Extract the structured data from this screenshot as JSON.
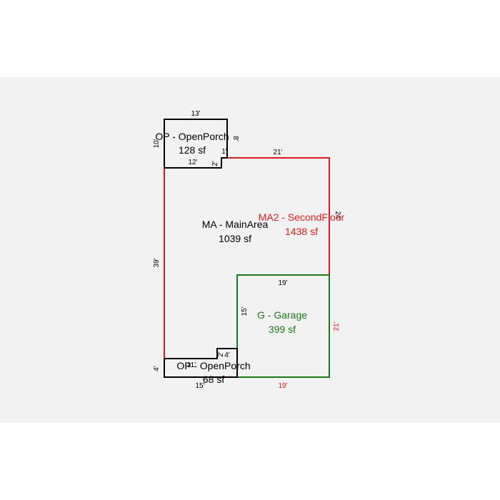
{
  "colors": {
    "background": "#ffffff",
    "panel": "#f2f2f2",
    "black": "#000000",
    "red": "#e0191e",
    "green": "#1a7a1a"
  },
  "areas": {
    "porch_top": {
      "name": "OP - OpenPorch",
      "size": "128 sf",
      "color": "#000000"
    },
    "main": {
      "name": "MA - MainArea",
      "size": "1039 sf",
      "color": "#000000"
    },
    "second_floor": {
      "name": "MA2 - SecondFloor",
      "size": "1438 sf",
      "color": "#e0191e"
    },
    "garage": {
      "name": "G - Garage",
      "size": "399 sf",
      "color": "#1a7a1a"
    },
    "porch_bottom": {
      "name": "OP - OpenPorch",
      "size": "68 sf",
      "color": "#000000"
    }
  },
  "dimensions": {
    "porch_top_width": "13'",
    "porch_top_height": "10'",
    "porch_top_bottom": "12'",
    "porch_top_notch_v": "2'",
    "porch_top_notch_h": "1'",
    "porch_top_right": "8'",
    "main_top": "21'",
    "main_left": "39'",
    "second_right": "24'",
    "garage_top": "19'",
    "garage_left": "15'",
    "garage_right": "21'",
    "garage_bottom": "19'",
    "porch_bottom_left": "4'",
    "porch_bottom_bottom": "15'",
    "porch_bottom_notch_h": "4'",
    "porch_bottom_notch_v": "2'",
    "porch_bottom_inner": "11'"
  }
}
